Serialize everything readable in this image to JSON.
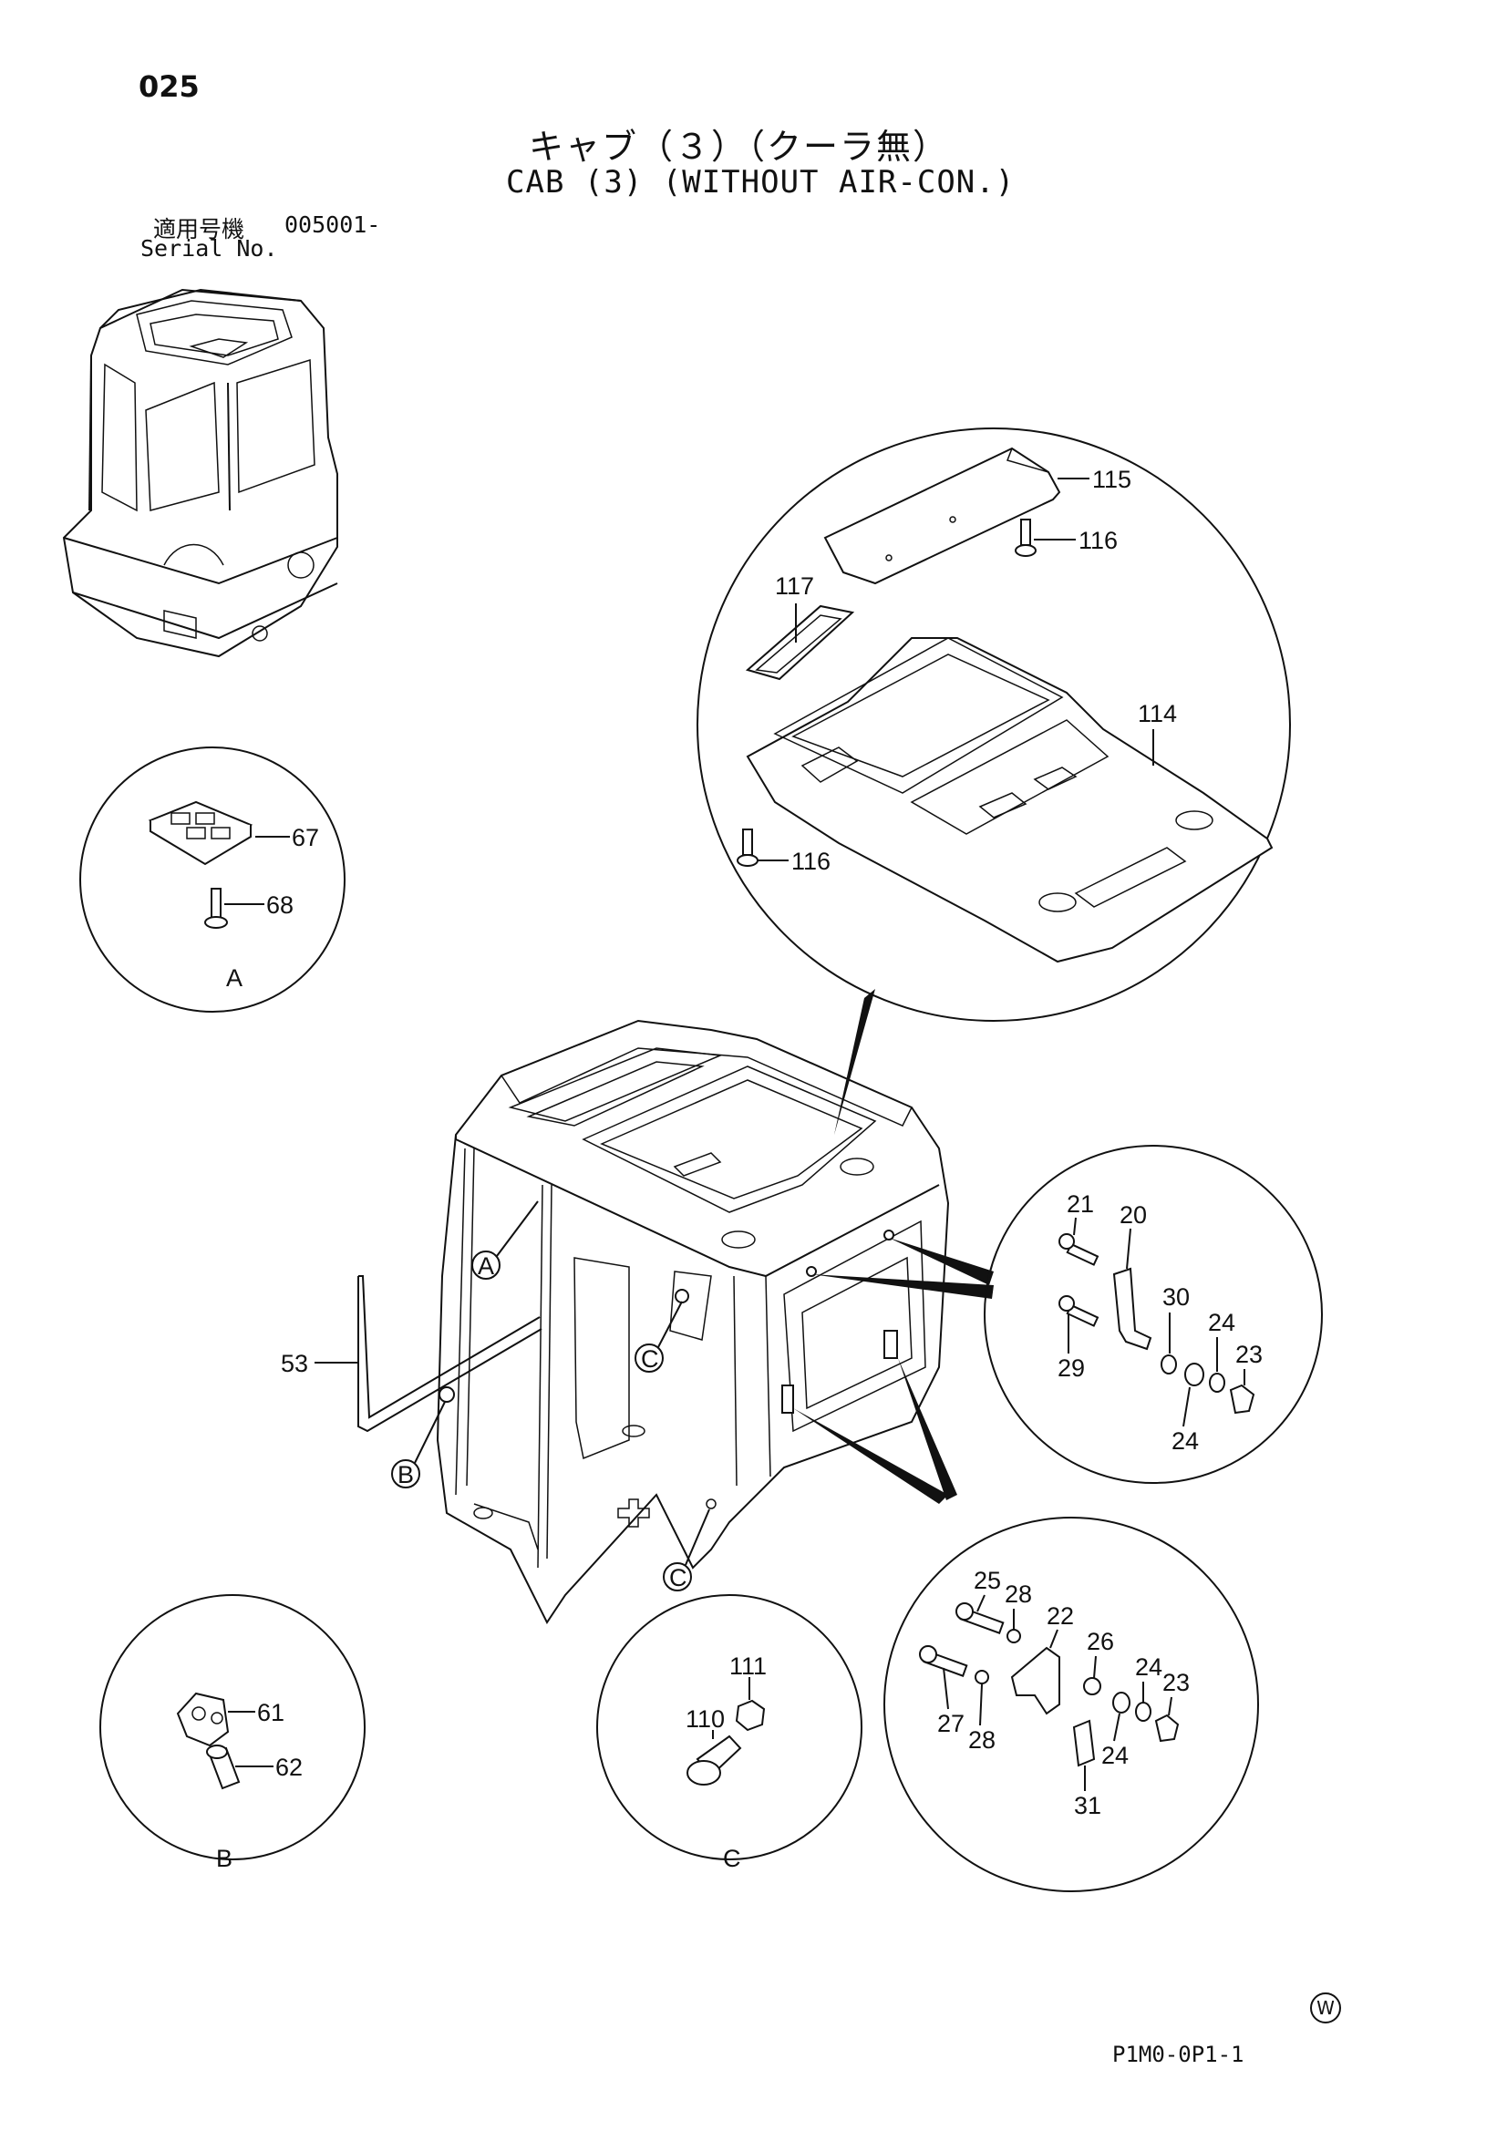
{
  "header": {
    "page_number": "025",
    "title_jp": "キャブ（３）（クーラ無）",
    "title_en": "CAB (3) (WITHOUT AIR-CON.)",
    "serial_label_jp": "適用号機",
    "serial_value": "005001-",
    "serial_label_en": "Serial No."
  },
  "footer": {
    "doc_code": "P1M0-0P1-1",
    "mark": "W"
  },
  "callouts": {
    "c115": "115",
    "c116a": "116",
    "c117": "117",
    "c114": "114",
    "c116b": "116",
    "c67": "67",
    "c68": "68",
    "detail_a": "A",
    "c53": "53",
    "mark_a": "A",
    "mark_b": "B",
    "mark_c1": "C",
    "mark_c2": "C",
    "c21": "21",
    "c20": "20",
    "c30": "30",
    "c24a": "24",
    "c23a": "23",
    "c29": "29",
    "c24b": "24",
    "c25": "25",
    "c28a": "28",
    "c22": "22",
    "c26": "26",
    "c24c": "24",
    "c23b": "23",
    "c27": "27",
    "c28b": "28",
    "c24d": "24",
    "c31": "31",
    "c61": "61",
    "c62": "62",
    "detail_b": "B",
    "c111": "111",
    "c110": "110",
    "detail_c": "C"
  }
}
